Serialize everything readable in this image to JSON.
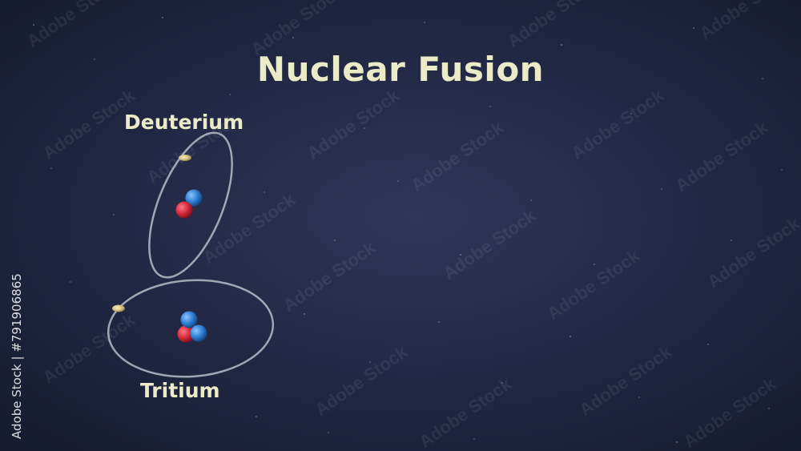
{
  "title": "Nuclear Fusion",
  "atoms": [
    {
      "label": "Deuterium",
      "protons": 1,
      "neutrons": 1,
      "electrons": 1
    },
    {
      "label": "Tritium",
      "protons": 1,
      "neutrons": 2,
      "electrons": 1
    }
  ],
  "colors": {
    "text": "#ecebc8",
    "proton": "#d42a3a",
    "neutron": "#2f7fd6",
    "electron": "#c9b77a",
    "orbit": "#b8bcc8"
  },
  "watermark": {
    "id_text": "Adobe Stock | #791906865",
    "brand": "Adobe Stock"
  }
}
